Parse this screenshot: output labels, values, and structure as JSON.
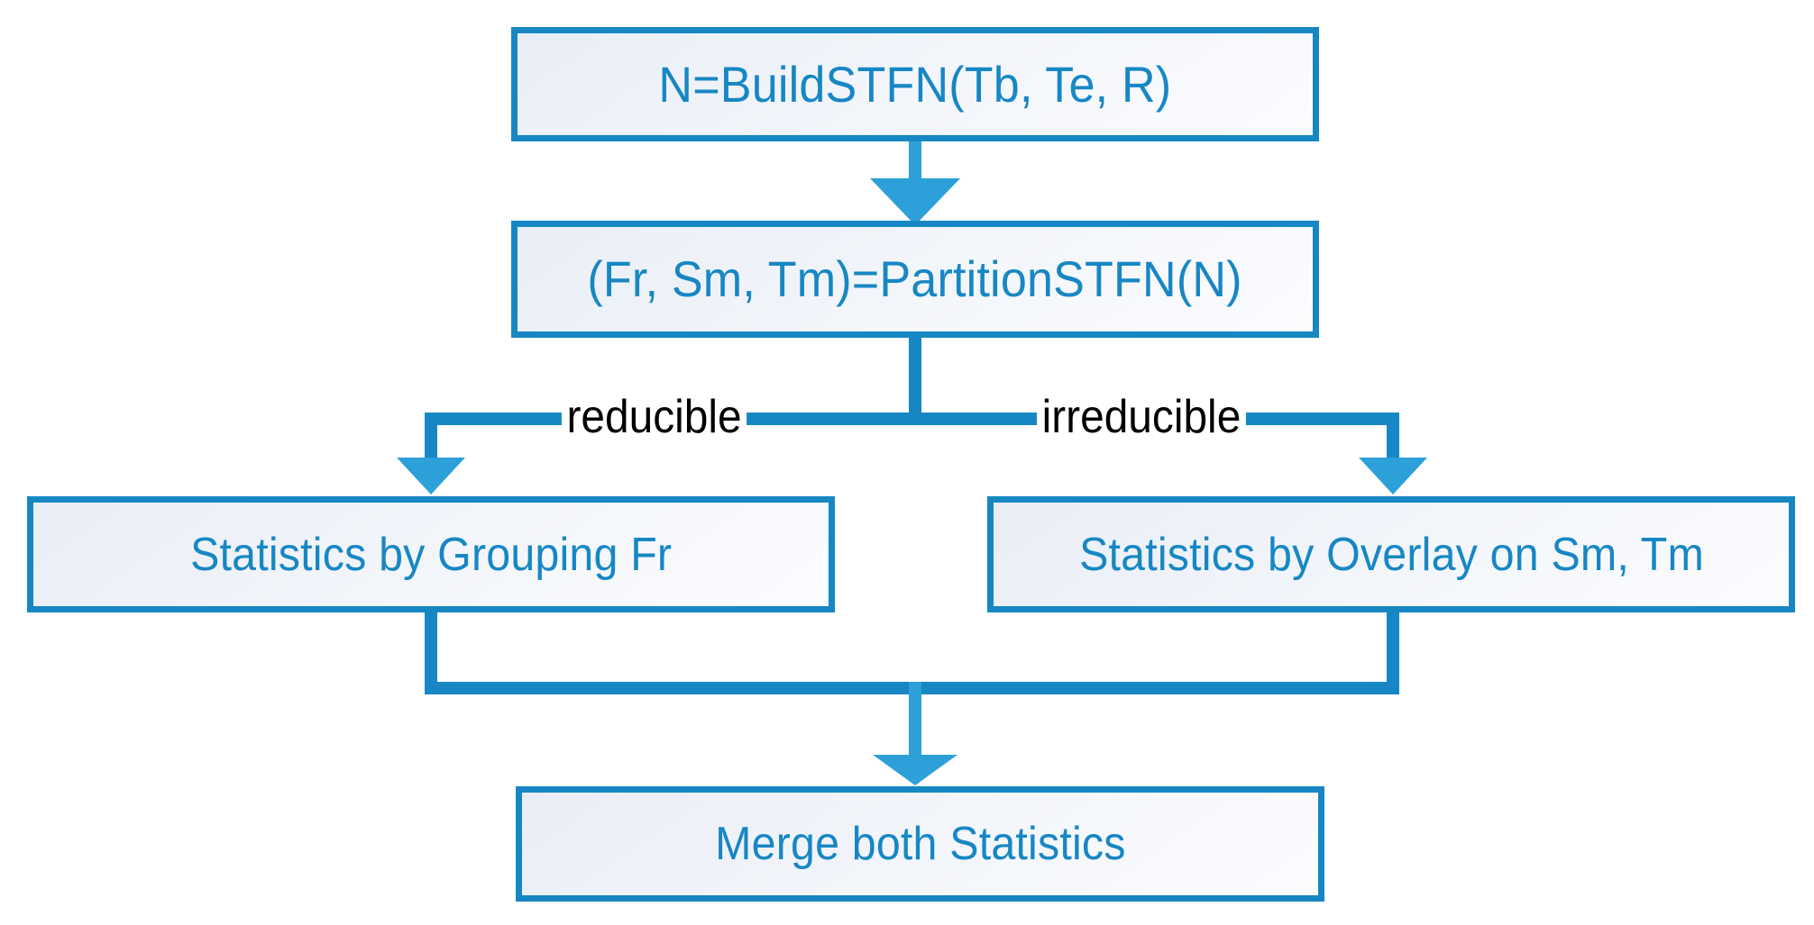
{
  "diagram": {
    "title": "STFN statistics processing flowchart",
    "colors": {
      "accent": "#1787C4",
      "node_text": "#1787C4",
      "edge_label_text": "#000000",
      "node_fill_start": "#E9EEF6",
      "node_fill_end": "#FBFCFE",
      "background": "#FFFFFF"
    },
    "nodes": [
      {
        "id": "build",
        "label": "N=BuildSTFN(Tb, Te, R)"
      },
      {
        "id": "partition",
        "label": "(Fr, Sm, Tm)=PartitionSTFN(N)"
      },
      {
        "id": "group_fr",
        "label": "Statistics by Grouping Fr"
      },
      {
        "id": "overlay",
        "label": "Statistics by Overlay on Sm, Tm"
      },
      {
        "id": "merge",
        "label": "Merge both Statistics"
      }
    ],
    "edge_labels": [
      {
        "id": "reducible",
        "label": "reducible"
      },
      {
        "id": "irreducible",
        "label": "irreducible"
      }
    ],
    "edges": [
      {
        "from": "build",
        "to": "partition",
        "label": ""
      },
      {
        "from": "partition",
        "to": "group_fr",
        "label": "reducible"
      },
      {
        "from": "partition",
        "to": "overlay",
        "label": "irreducible"
      },
      {
        "from": "group_fr",
        "to": "merge",
        "label": ""
      },
      {
        "from": "overlay",
        "to": "merge",
        "label": ""
      }
    ]
  }
}
